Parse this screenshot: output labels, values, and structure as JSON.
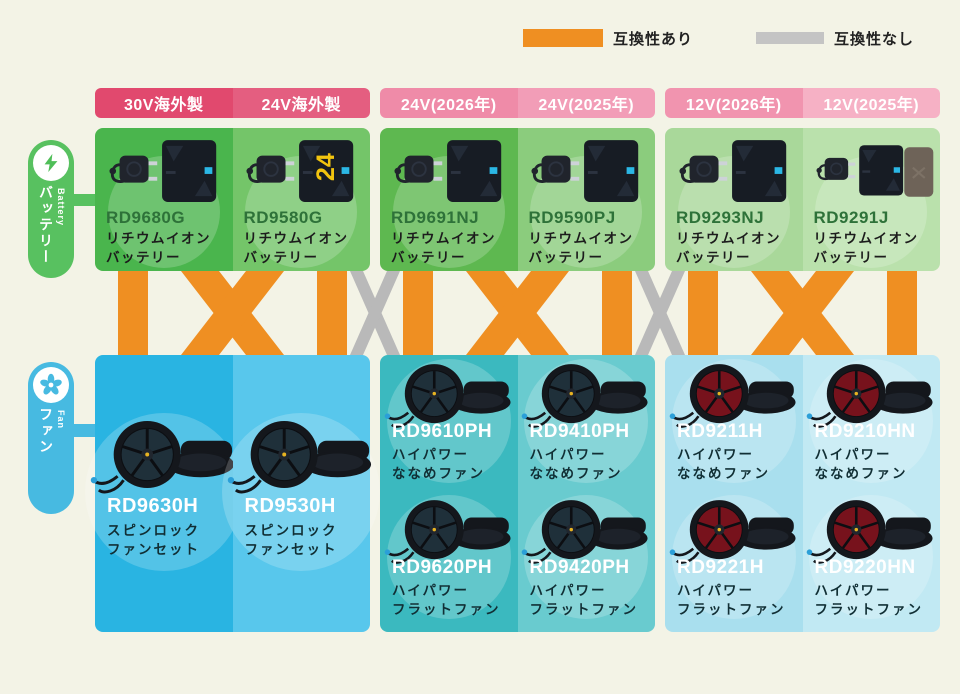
{
  "legend": {
    "compatible_label": "互換性あり",
    "compatible_color": "#ef8f22",
    "incompatible_label": "互換性なし",
    "incompatible_color": "#c4c4c4"
  },
  "rails": {
    "battery": {
      "en": "Battery",
      "ja": "バッテリー",
      "color": "#58c160"
    },
    "fan": {
      "en": "Fan",
      "ja": "ファン",
      "color": "#47bae1"
    }
  },
  "headers": [
    {
      "label": "30V海外製",
      "color": "#e1496e"
    },
    {
      "label": "24V海外製",
      "color": "#e45e80"
    },
    {
      "label": "24V(2026年)",
      "color": "#ef8ba8"
    },
    {
      "label": "24V(2025年)",
      "color": "#f29db7"
    },
    {
      "label": "12V(2026年)",
      "color": "#f194af"
    },
    {
      "label": "12V(2025年)",
      "color": "#f6b1c5"
    }
  ],
  "batteries": [
    {
      "model": "RD9680G",
      "desc1": "リチウムイオン",
      "desc2": "バッテリー",
      "bg": "#4ab54d"
    },
    {
      "model": "RD9580G",
      "desc1": "リチウムイオン",
      "desc2": "バッテリー",
      "bg": "#74c569",
      "pack_label": "24"
    },
    {
      "model": "RD9691NJ",
      "desc1": "リチウムイオン",
      "desc2": "バッテリー",
      "bg": "#5eb850"
    },
    {
      "model": "RD9590PJ",
      "desc1": "リチウムイオン",
      "desc2": "バッテリー",
      "bg": "#8bcc7d"
    },
    {
      "model": "RD9293NJ",
      "desc1": "リチウムイオン",
      "desc2": "バッテリー",
      "bg": "#a9d89a"
    },
    {
      "model": "RD9291J",
      "desc1": "リチウムイオン",
      "desc2": "バッテリー",
      "bg": "#bae1ac"
    }
  ],
  "fan_cells": [
    {
      "bg": "#29b4e2",
      "products": [
        {
          "model": "RD9630H",
          "desc1": "スピンロック",
          "desc2": "ファンセット"
        }
      ]
    },
    {
      "bg": "#58c7ec",
      "products": [
        {
          "model": "RD9530H",
          "desc1": "スピンロック",
          "desc2": "ファンセット"
        }
      ]
    },
    {
      "bg": "#3bb9bf",
      "products": [
        {
          "model": "RD9610PH",
          "desc1": "ハイパワー",
          "desc2": "ななめファン"
        },
        {
          "model": "RD9620PH",
          "desc1": "ハイパワー",
          "desc2": "フラットファン"
        }
      ]
    },
    {
      "bg": "#69cbcf",
      "products": [
        {
          "model": "RD9410PH",
          "desc1": "ハイパワー",
          "desc2": "ななめファン"
        },
        {
          "model": "RD9420PH",
          "desc1": "ハイパワー",
          "desc2": "フラットファン"
        }
      ]
    },
    {
      "bg": "#a9dfee",
      "products": [
        {
          "model": "RD9211H",
          "desc1": "ハイパワー",
          "desc2": "ななめファン"
        },
        {
          "model": "RD9221H",
          "desc1": "ハイパワー",
          "desc2": "フラットファン"
        }
      ]
    },
    {
      "bg": "#c1e9f3",
      "products": [
        {
          "model": "RD9210HN",
          "desc1": "ハイパワー",
          "desc2": "ななめファン"
        },
        {
          "model": "RD9220HN",
          "desc1": "ハイパワー",
          "desc2": "フラットファン"
        }
      ]
    }
  ],
  "compatibility": {
    "within_column": "互換性あり",
    "within_group_cross": "互換性あり",
    "between_groups": "互換性なし",
    "compatible_connector_color": "#ef8f22",
    "incompatible_connector_color": "#b9b9b9"
  }
}
